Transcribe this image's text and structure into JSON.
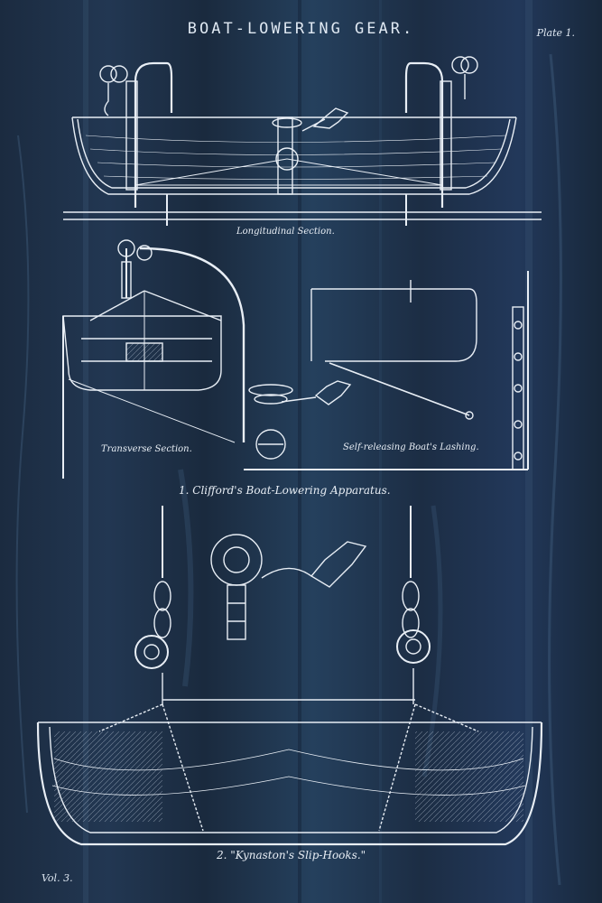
{
  "plate": {
    "title": "BOAT-LOWERING GEAR.",
    "plate_number": "Plate 1.",
    "volume": "Vol. 3."
  },
  "figure1": {
    "longitudinal_label": "Longitudinal Section.",
    "transverse_label": "Transverse Section.",
    "lashing_label": "Self-releasing Boat's Lashing.",
    "caption": "1. Clifford's Boat-Lowering Apparatus."
  },
  "figure2": {
    "caption": "2. \"Kynaston's Slip-Hooks.\""
  },
  "colors": {
    "background": "#1f3350",
    "ink": "#e8eef5"
  }
}
